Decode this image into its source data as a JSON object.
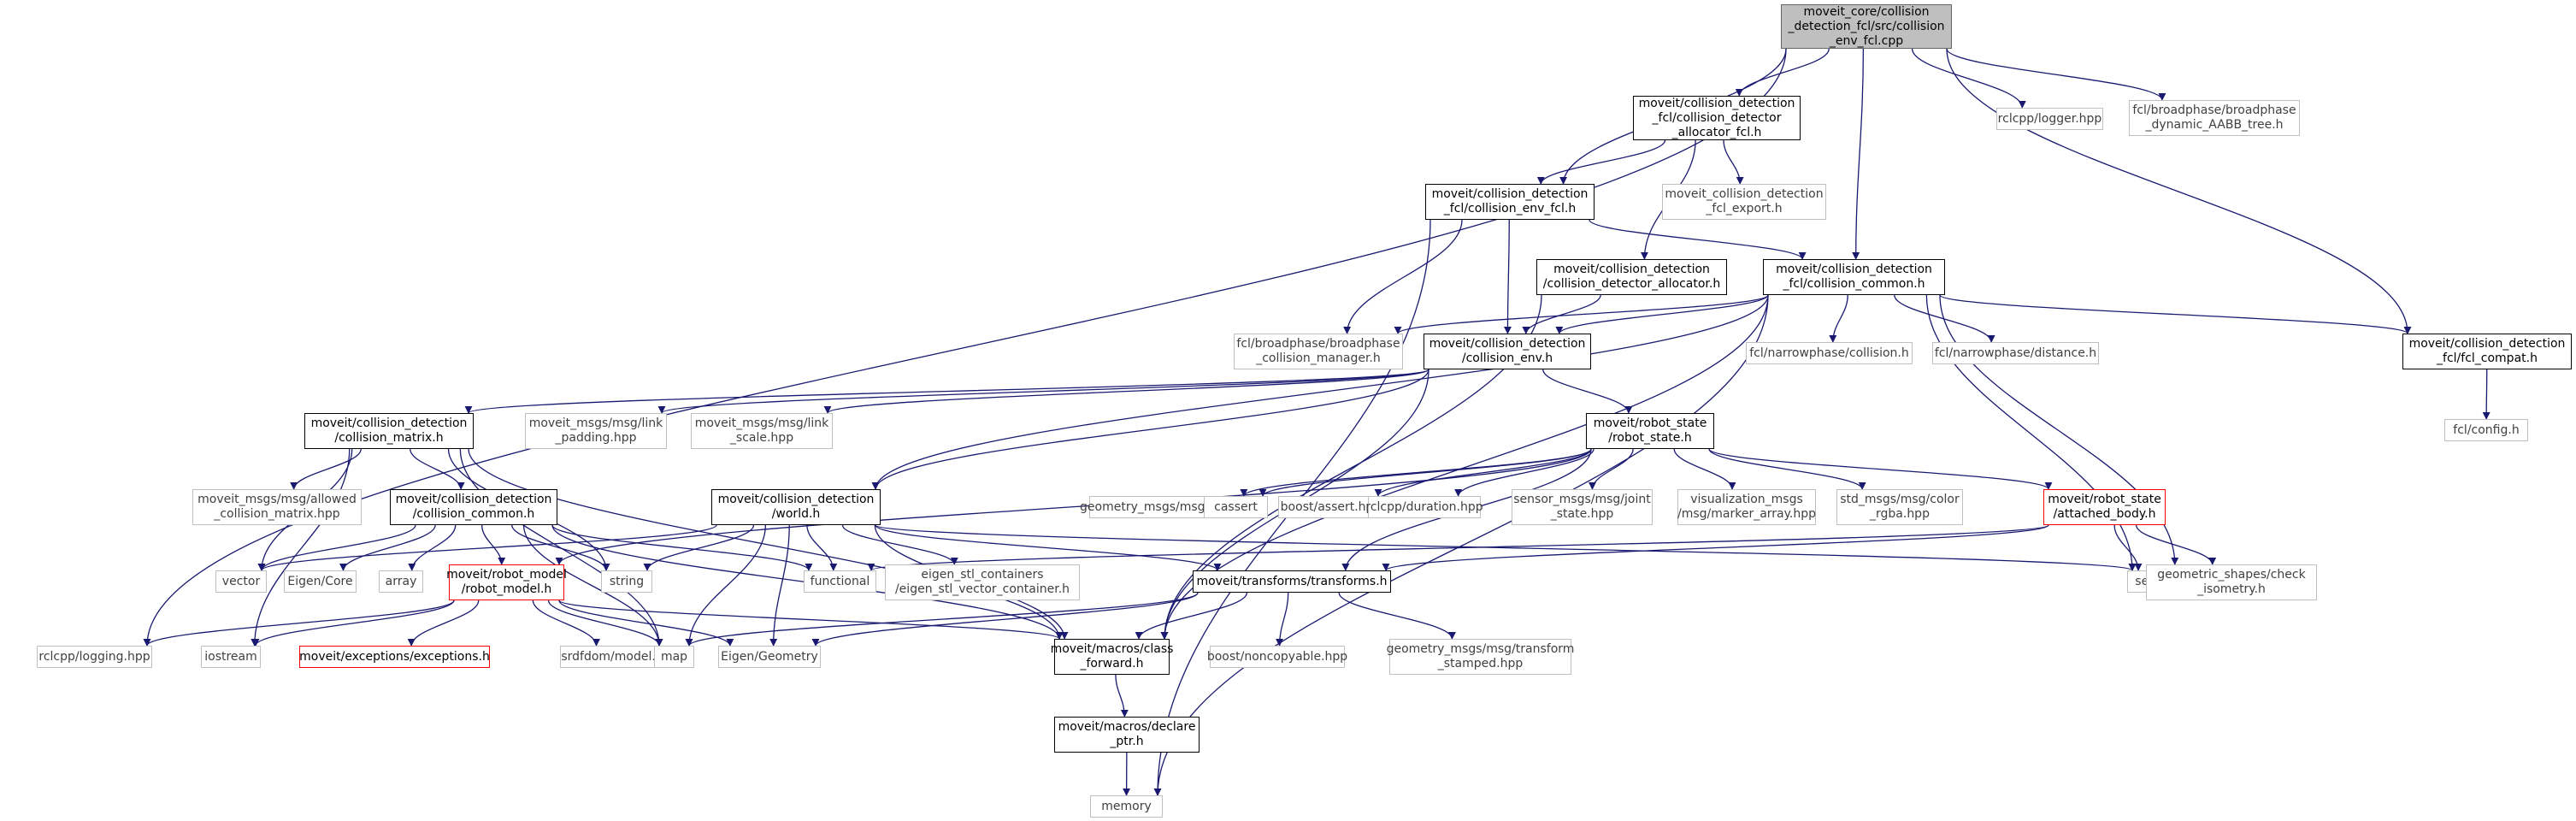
{
  "graph": {
    "edge_color": "#191970",
    "node_style_colors": {
      "root_fill": "#bfbfbf",
      "root_border": "#666666",
      "documented_border": "#000000",
      "external_border": "#bfbfbf",
      "incomplete_border": "#ff0000"
    },
    "nodes": [
      {
        "id": "root",
        "kind": "root",
        "lines": [
          "moveit_core/collision",
          "_detection_fcl/src/collision",
          "_env_fcl.cpp"
        ]
      },
      {
        "id": "alloc_fcl",
        "kind": "doc",
        "lines": [
          "moveit/collision_detection",
          "_fcl/collision_detector",
          "_allocator_fcl.h"
        ]
      },
      {
        "id": "logger",
        "kind": "ext",
        "lines": [
          "rclcpp/logger.hpp"
        ]
      },
      {
        "id": "aabb",
        "kind": "ext",
        "lines": [
          "fcl/broadphase/broadphase",
          "_dynamic_AABB_tree.h"
        ]
      },
      {
        "id": "env_fcl",
        "kind": "doc",
        "lines": [
          "moveit/collision_detection",
          "_fcl/collision_env_fcl.h"
        ]
      },
      {
        "id": "fcl_export",
        "kind": "ext",
        "lines": [
          "moveit_collision_detection",
          "_fcl_export.h"
        ]
      },
      {
        "id": "detector_alloc",
        "kind": "doc",
        "lines": [
          "moveit/collision_detection",
          "/collision_detector_allocator.h"
        ]
      },
      {
        "id": "fcl_common",
        "kind": "doc",
        "lines": [
          "moveit/collision_detection",
          "_fcl/collision_common.h"
        ]
      },
      {
        "id": "bp_manager",
        "kind": "ext",
        "lines": [
          "fcl/broadphase/broadphase",
          "_collision_manager.h"
        ]
      },
      {
        "id": "collision_env",
        "kind": "doc",
        "lines": [
          "moveit/collision_detection",
          "/collision_env.h"
        ]
      },
      {
        "id": "np_collision",
        "kind": "ext",
        "lines": [
          "fcl/narrowphase/collision.h"
        ]
      },
      {
        "id": "np_distance",
        "kind": "ext",
        "lines": [
          "fcl/narrowphase/distance.h"
        ]
      },
      {
        "id": "fcl_compat",
        "kind": "doc",
        "lines": [
          "moveit/collision_detection",
          "_fcl/fcl_compat.h"
        ]
      },
      {
        "id": "fcl_config",
        "kind": "ext",
        "lines": [
          "fcl/config.h"
        ]
      },
      {
        "id": "collision_matrix",
        "kind": "doc",
        "lines": [
          "moveit/collision_detection",
          "/collision_matrix.h"
        ]
      },
      {
        "id": "link_padding",
        "kind": "ext",
        "lines": [
          "moveit_msgs/msg/link",
          "_padding.hpp"
        ]
      },
      {
        "id": "link_scale",
        "kind": "ext",
        "lines": [
          "moveit_msgs/msg/link",
          "_scale.hpp"
        ]
      },
      {
        "id": "robot_state",
        "kind": "doc",
        "lines": [
          "moveit/robot_state",
          "/robot_state.h"
        ]
      },
      {
        "id": "allowed_cm",
        "kind": "ext",
        "lines": [
          "moveit_msgs/msg/allowed",
          "_collision_matrix.hpp"
        ]
      },
      {
        "id": "cd_common",
        "kind": "doc",
        "lines": [
          "moveit/collision_detection",
          "/collision_common.h"
        ]
      },
      {
        "id": "world",
        "kind": "doc",
        "lines": [
          "moveit/collision_detection",
          "/world.h"
        ]
      },
      {
        "id": "twist",
        "kind": "ext",
        "lines": [
          "geometry_msgs/msg/twist.hpp"
        ]
      },
      {
        "id": "cassert",
        "kind": "ext",
        "lines": [
          "cassert"
        ]
      },
      {
        "id": "boost_assert",
        "kind": "ext",
        "lines": [
          "boost/assert.hpp"
        ]
      },
      {
        "id": "duration",
        "kind": "ext",
        "lines": [
          "rclcpp/duration.hpp"
        ]
      },
      {
        "id": "joint_state",
        "kind": "ext",
        "lines": [
          "sensor_msgs/msg/joint",
          "_state.hpp"
        ]
      },
      {
        "id": "marker_array",
        "kind": "ext",
        "lines": [
          "visualization_msgs",
          "/msg/marker_array.hpp"
        ]
      },
      {
        "id": "color_rgba",
        "kind": "ext",
        "lines": [
          "std_msgs/msg/color",
          "_rgba.hpp"
        ]
      },
      {
        "id": "attached_body",
        "kind": "red",
        "lines": [
          "moveit/robot_state",
          "/attached_body.h"
        ]
      },
      {
        "id": "vector",
        "kind": "ext",
        "lines": [
          "vector"
        ]
      },
      {
        "id": "eigen_core",
        "kind": "ext",
        "lines": [
          "Eigen/Core"
        ]
      },
      {
        "id": "array",
        "kind": "ext",
        "lines": [
          "array"
        ]
      },
      {
        "id": "robot_model",
        "kind": "red",
        "lines": [
          "moveit/robot_model",
          "/robot_model.h"
        ]
      },
      {
        "id": "string",
        "kind": "ext",
        "lines": [
          "string"
        ]
      },
      {
        "id": "functional",
        "kind": "ext",
        "lines": [
          "functional"
        ]
      },
      {
        "id": "eigen_stl",
        "kind": "ext",
        "lines": [
          "eigen_stl_containers",
          "/eigen_stl_vector_container.h"
        ]
      },
      {
        "id": "transforms",
        "kind": "doc",
        "lines": [
          "moveit/transforms/transforms.h"
        ]
      },
      {
        "id": "set",
        "kind": "ext",
        "lines": [
          "set"
        ]
      },
      {
        "id": "check_isometry",
        "kind": "ext",
        "lines": [
          "geometric_shapes/check",
          "_isometry.h"
        ]
      },
      {
        "id": "rclcpp_logging",
        "kind": "ext",
        "lines": [
          "rclcpp/logging.hpp"
        ]
      },
      {
        "id": "iostream",
        "kind": "ext",
        "lines": [
          "iostream"
        ]
      },
      {
        "id": "exceptions",
        "kind": "red",
        "lines": [
          "moveit/exceptions/exceptions.h"
        ]
      },
      {
        "id": "srdfdom",
        "kind": "ext",
        "lines": [
          "srdfdom/model.h"
        ]
      },
      {
        "id": "map",
        "kind": "ext",
        "lines": [
          "map"
        ]
      },
      {
        "id": "eigen_geometry",
        "kind": "ext",
        "lines": [
          "Eigen/Geometry"
        ]
      },
      {
        "id": "class_forward",
        "kind": "doc",
        "lines": [
          "moveit/macros/class",
          "_forward.h"
        ]
      },
      {
        "id": "noncopyable",
        "kind": "ext",
        "lines": [
          "boost/noncopyable.hpp"
        ]
      },
      {
        "id": "transform_stamped",
        "kind": "ext",
        "lines": [
          "geometry_msgs/msg/transform",
          "_stamped.hpp"
        ]
      },
      {
        "id": "declare_ptr",
        "kind": "doc",
        "lines": [
          "moveit/macros/declare",
          "_ptr.h"
        ]
      },
      {
        "id": "memory",
        "kind": "ext",
        "lines": [
          "memory"
        ]
      }
    ],
    "edges": [
      [
        "root",
        "alloc_fcl"
      ],
      [
        "root",
        "logger"
      ],
      [
        "root",
        "aabb"
      ],
      [
        "root",
        "env_fcl"
      ],
      [
        "root",
        "fcl_common"
      ],
      [
        "root",
        "fcl_compat"
      ],
      [
        "root",
        "rclcpp_logging"
      ],
      [
        "alloc_fcl",
        "env_fcl"
      ],
      [
        "alloc_fcl",
        "fcl_export"
      ],
      [
        "alloc_fcl",
        "detector_alloc"
      ],
      [
        "env_fcl",
        "fcl_common"
      ],
      [
        "env_fcl",
        "bp_manager"
      ],
      [
        "env_fcl",
        "collision_env"
      ],
      [
        "env_fcl",
        "memory"
      ],
      [
        "detector_alloc",
        "collision_env"
      ],
      [
        "detector_alloc",
        "class_forward"
      ],
      [
        "fcl_common",
        "bp_manager"
      ],
      [
        "fcl_common",
        "collision_env"
      ],
      [
        "fcl_common",
        "np_collision"
      ],
      [
        "fcl_common",
        "np_distance"
      ],
      [
        "fcl_common",
        "fcl_compat"
      ],
      [
        "fcl_common",
        "world"
      ],
      [
        "fcl_common",
        "set"
      ],
      [
        "fcl_common",
        "check_isometry"
      ],
      [
        "fcl_common",
        "class_forward"
      ],
      [
        "fcl_common",
        "memory"
      ],
      [
        "fcl_compat",
        "fcl_config"
      ],
      [
        "collision_env",
        "collision_matrix"
      ],
      [
        "collision_env",
        "link_padding"
      ],
      [
        "collision_env",
        "link_scale"
      ],
      [
        "collision_env",
        "robot_state"
      ],
      [
        "collision_env",
        "world"
      ],
      [
        "collision_env",
        "class_forward"
      ],
      [
        "collision_matrix",
        "allowed_cm"
      ],
      [
        "collision_matrix",
        "cd_common"
      ],
      [
        "collision_matrix",
        "vector"
      ],
      [
        "collision_matrix",
        "string"
      ],
      [
        "collision_matrix",
        "iostream"
      ],
      [
        "collision_matrix",
        "map"
      ],
      [
        "collision_matrix",
        "class_forward"
      ],
      [
        "robot_state",
        "twist"
      ],
      [
        "robot_state",
        "cassert"
      ],
      [
        "robot_state",
        "boost_assert"
      ],
      [
        "robot_state",
        "duration"
      ],
      [
        "robot_state",
        "joint_state"
      ],
      [
        "robot_state",
        "marker_array"
      ],
      [
        "robot_state",
        "color_rgba"
      ],
      [
        "robot_state",
        "attached_body"
      ],
      [
        "robot_state",
        "robot_model"
      ],
      [
        "robot_state",
        "transforms"
      ],
      [
        "cd_common",
        "vector"
      ],
      [
        "cd_common",
        "eigen_core"
      ],
      [
        "cd_common",
        "array"
      ],
      [
        "cd_common",
        "robot_model"
      ],
      [
        "cd_common",
        "string"
      ],
      [
        "cd_common",
        "functional"
      ],
      [
        "cd_common",
        "map"
      ],
      [
        "cd_common",
        "class_forward"
      ],
      [
        "world",
        "vector"
      ],
      [
        "world",
        "string"
      ],
      [
        "world",
        "functional"
      ],
      [
        "world",
        "eigen_stl"
      ],
      [
        "world",
        "transforms"
      ],
      [
        "world",
        "set"
      ],
      [
        "world",
        "map"
      ],
      [
        "world",
        "eigen_geometry"
      ],
      [
        "world",
        "class_forward"
      ],
      [
        "attached_body",
        "transforms"
      ],
      [
        "attached_body",
        "functional"
      ],
      [
        "attached_body",
        "set"
      ],
      [
        "attached_body",
        "check_isometry"
      ],
      [
        "robot_model",
        "rclcpp_logging"
      ],
      [
        "robot_model",
        "iostream"
      ],
      [
        "robot_model",
        "exceptions"
      ],
      [
        "robot_model",
        "srdfdom"
      ],
      [
        "robot_model",
        "map"
      ],
      [
        "robot_model",
        "eigen_geometry"
      ],
      [
        "robot_model",
        "class_forward"
      ],
      [
        "transforms",
        "map"
      ],
      [
        "transforms",
        "eigen_geometry"
      ],
      [
        "transforms",
        "class_forward"
      ],
      [
        "transforms",
        "noncopyable"
      ],
      [
        "transforms",
        "transform_stamped"
      ],
      [
        "class_forward",
        "declare_ptr"
      ],
      [
        "declare_ptr",
        "memory"
      ]
    ]
  }
}
